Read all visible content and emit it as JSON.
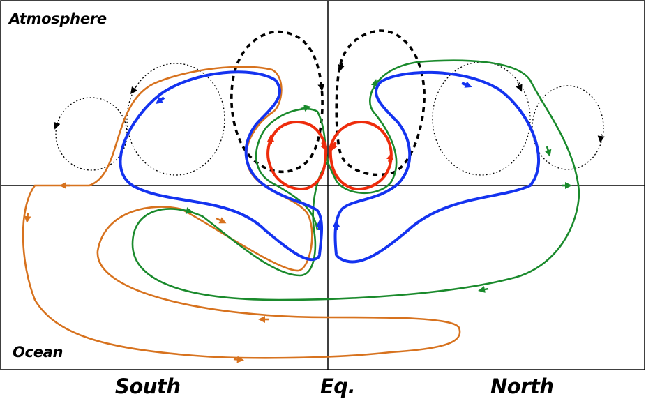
{
  "labels": {
    "atmosphere": "Atmosphere",
    "ocean": "Ocean",
    "south": "South",
    "equator": "Eq.",
    "north": "North"
  },
  "colors": {
    "frame": "#000000",
    "atmosphere_large_cell": "#000000",
    "atmosphere_small_cell": "#000000",
    "red_cell": "#ee2c0c",
    "blue_cell": "#1433f0",
    "green_cell": "#1a8a2c",
    "orange_cell": "#d7721e"
  },
  "circulation_cells": [
    {
      "name": "central dashed atmospheric cell",
      "color": "#000000",
      "style": "dashed"
    },
    {
      "name": "outer dotted atmospheric cells",
      "color": "#000000",
      "style": "dotted"
    },
    {
      "name": "red equatorial cell",
      "color": "#ee2c0c",
      "style": "solid"
    },
    {
      "name": "blue cell",
      "color": "#1433f0",
      "style": "solid"
    },
    {
      "name": "green cell",
      "color": "#1a8a2c",
      "style": "solid"
    },
    {
      "name": "orange cell",
      "color": "#d7721e",
      "style": "solid"
    }
  ]
}
